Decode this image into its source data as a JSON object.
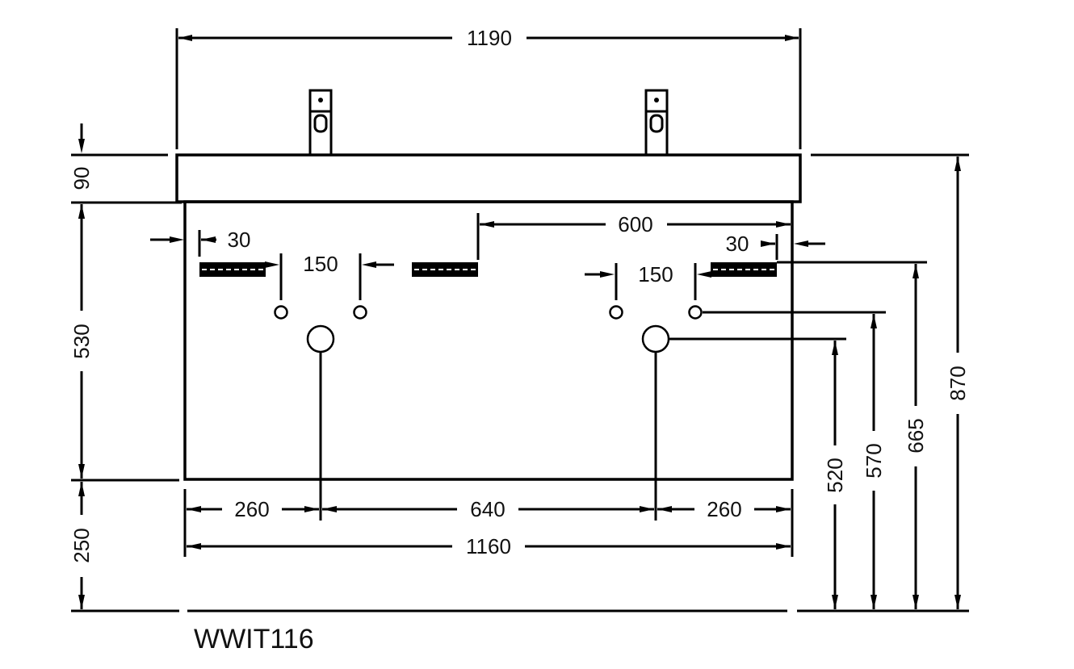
{
  "drawing": {
    "title": "WWIT116",
    "units": "mm",
    "colors": {
      "line": "#000000",
      "text": "#111111",
      "background": "#ffffff"
    },
    "dimensions": {
      "overall_top_width": "1190",
      "cabinet_width": "1160",
      "left_basin_offset": "260",
      "basin_spacing": "640",
      "right_basin_offset": "260",
      "tap_spacing_inner": "600",
      "left_edge_inset": "30",
      "right_edge_inset": "30",
      "left_tap_hole_spacing": "150",
      "right_tap_hole_spacing": "150",
      "top_thickness": "90",
      "cabinet_height": "530",
      "floor_clearance": "250",
      "waste_height": "520",
      "supply_height": "570",
      "rail_height": "665",
      "overall_height": "870"
    },
    "icons": {
      "left_tap": "faucet-icon",
      "right_tap": "faucet-icon"
    }
  }
}
